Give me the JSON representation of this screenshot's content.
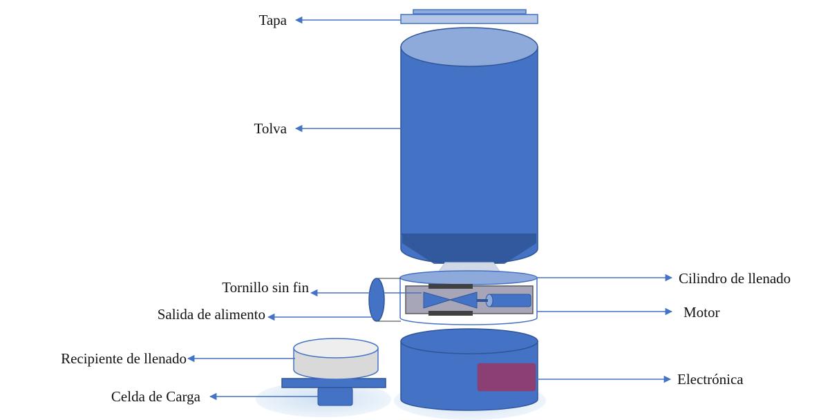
{
  "labels": {
    "tapa": "Tapa",
    "tolva": "Tolva",
    "tornillo": "Tornillo sin fin",
    "salida": "Salida de alimento",
    "recipiente": "Recipiente de llenado",
    "celda": "Celda de Carga",
    "cilindro": "Cilindro de llenado",
    "motor": "Motor",
    "electronica": "Electrónica"
  },
  "colors": {
    "body_blue": "#4472c4",
    "top_light_blue": "#8eaadb",
    "dark_cone": "#2f5597",
    "arrow": "#4472c4",
    "electronics_box": "#8b3f72",
    "container_grey": "#d9d9d9",
    "shadow_light": "#dbe8f6"
  }
}
